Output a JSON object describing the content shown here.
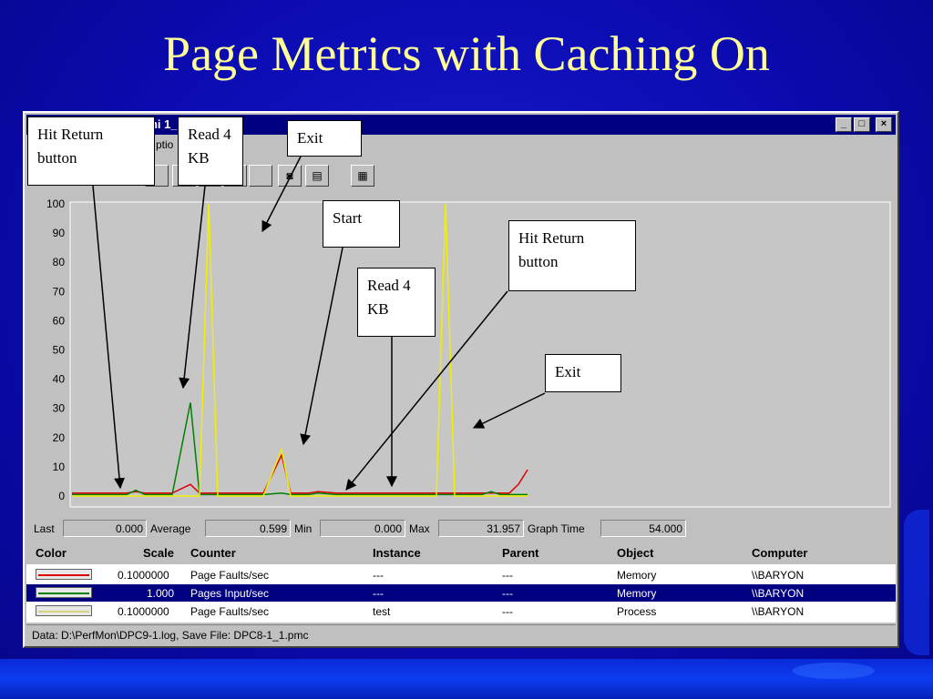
{
  "slide_title": "Page Metrics with Caching On",
  "window": {
    "title": "oni            1_1.p",
    "menu_fragment": "ptio",
    "min_glyph": "_",
    "max_glyph": "□",
    "close_glyph": "×"
  },
  "chart_data": {
    "type": "line",
    "title": "",
    "xlabel": "",
    "ylabel": "",
    "ylim": [
      0,
      100
    ],
    "yticks": [
      "100",
      "90",
      "80",
      "70",
      "60",
      "50",
      "40",
      "30",
      "20",
      "10",
      "0"
    ],
    "x": [
      0,
      4,
      8,
      12,
      14,
      16,
      18,
      22,
      26,
      28,
      30,
      32,
      34,
      38,
      42,
      46,
      48,
      50,
      52,
      54,
      58,
      62,
      66,
      70,
      72,
      74,
      76,
      78,
      80,
      82,
      84,
      86,
      88,
      90,
      92,
      94,
      96,
      98,
      100
    ],
    "series": [
      {
        "color": "#e00000",
        "values": [
          1,
          1,
          1,
          1,
          1.5,
          1,
          1,
          1,
          4,
          1,
          1,
          1,
          1,
          1,
          1,
          14,
          1,
          1,
          1,
          1.5,
          1,
          1,
          1,
          1,
          1,
          1,
          1,
          1,
          1,
          1,
          1,
          1,
          1,
          1,
          1,
          1,
          1,
          4,
          9
        ]
      },
      {
        "color": "#008000",
        "values": [
          0.5,
          0.5,
          0.5,
          0.5,
          2,
          0.5,
          0.5,
          0.5,
          32,
          0.5,
          0.5,
          0.5,
          0.5,
          0.5,
          0.5,
          1,
          0.5,
          0.5,
          0.5,
          1,
          0.5,
          0.5,
          0.5,
          0.5,
          0.5,
          0.5,
          0.5,
          0.5,
          0.5,
          0.5,
          0.5,
          0.5,
          0.5,
          0.5,
          1.5,
          0.5,
          0.5,
          0.5,
          0.5
        ]
      },
      {
        "color": "#f0f000",
        "values": [
          0,
          0,
          0,
          0,
          0,
          0,
          0,
          0,
          0,
          0,
          100,
          0,
          0,
          0,
          0,
          16,
          0,
          0,
          0,
          0,
          0,
          0,
          0,
          0,
          0,
          0,
          0,
          0,
          0,
          100,
          0,
          0,
          0,
          0,
          0,
          0,
          0,
          0,
          0
        ]
      }
    ]
  },
  "stats": {
    "last_label": "Last",
    "last_value": "0.000",
    "avg_label": "Average",
    "avg_value": "0.599",
    "min_label": "Min",
    "min_value": "0.000",
    "max_label": "Max",
    "max_value": "31.957",
    "graph_time_label": "Graph Time",
    "graph_time_value": "54.000"
  },
  "legend": {
    "headers": {
      "color": "Color",
      "scale": "Scale",
      "counter": "Counter",
      "instance": "Instance",
      "parent": "Parent",
      "object": "Object",
      "computer": "Computer"
    },
    "rows": [
      {
        "color_hex": "#e00000",
        "scale": "0.1000000",
        "counter": "Page Faults/sec",
        "instance": "---",
        "parent": "---",
        "object": "Memory",
        "computer": "\\\\BARYON"
      },
      {
        "color_hex": "#008000",
        "scale": "1.000",
        "counter": "Pages Input/sec",
        "instance": "---",
        "parent": "---",
        "object": "Memory",
        "computer": "\\\\BARYON"
      },
      {
        "color_hex": "#d8d080",
        "scale": "0.1000000",
        "counter": "Page Faults/sec",
        "instance": "test",
        "parent": "---",
        "object": "Process",
        "computer": "\\\\BARYON"
      }
    ]
  },
  "status": "Data: D:\\PerfMon\\DPC9-1.log, Save File: DPC8-1_1.pmc",
  "callouts": {
    "hit_return_1": "Hit Return button",
    "read_4kb_1": "Read 4 KB",
    "exit_1": "Exit",
    "start": "Start",
    "hit_return_2": "Hit Return button",
    "read_4kb_2": "Read 4 KB",
    "exit_2": "Exit"
  }
}
